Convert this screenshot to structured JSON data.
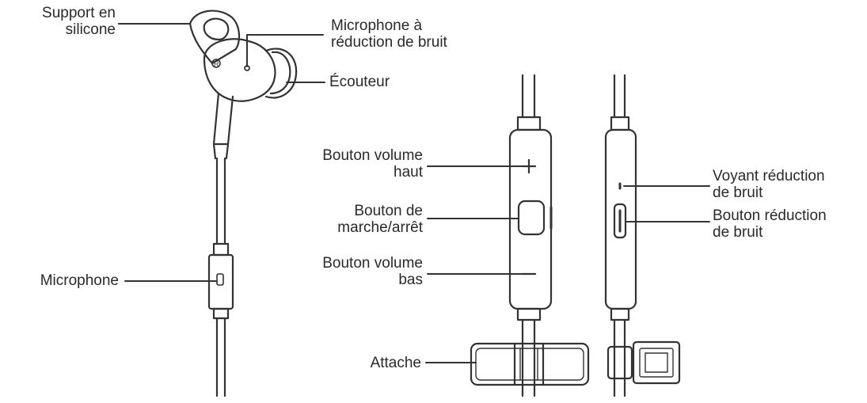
{
  "labels": {
    "support_silicone": [
      "Support en",
      "silicone"
    ],
    "micro_reduction": [
      "Microphone à",
      "réduction de bruit"
    ],
    "ecouteur": [
      "Écouteur"
    ],
    "microphone": [
      "Microphone"
    ],
    "volume_haut": [
      "Bouton volume",
      "haut"
    ],
    "marche_arret": [
      "Bouton de",
      "marche/arrêt"
    ],
    "volume_bas": [
      "Bouton volume",
      "bas"
    ],
    "attache": [
      "Attache"
    ],
    "voyant_reduction": [
      "Voyant réduction",
      "de bruit"
    ],
    "bouton_reduction": [
      "Bouton réduction",
      "de bruit"
    ]
  },
  "colors": {
    "line": "#333333",
    "text": "#2a2a2a",
    "background": "#ffffff"
  }
}
